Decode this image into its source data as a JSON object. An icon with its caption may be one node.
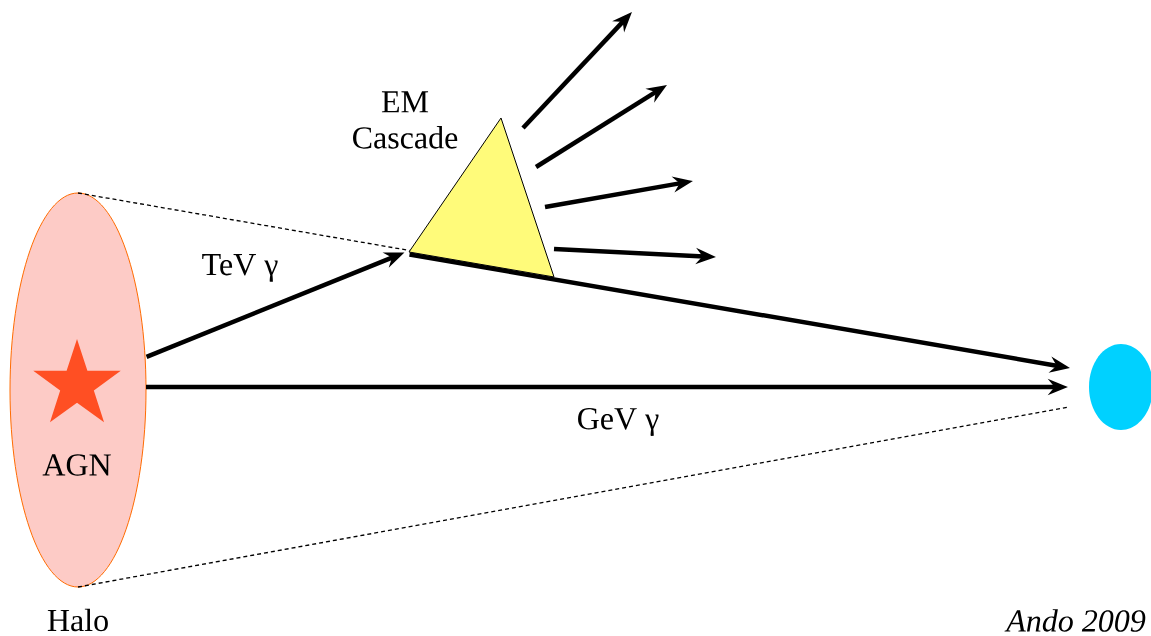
{
  "diagram": {
    "nodes": [
      {
        "text": [
          "Halo"
        ]
      },
      {
        "text": [
          "AGN"
        ],
        "in": 0
      },
      {
        "text": [
          "EM Cascade"
        ]
      },
      {
        "text": [],
        "shape": "circle"
      }
    ],
    "edges": [
      {
        "from": 1,
        "to": 2,
        "arrow": "to",
        "label": "TeV γ"
      },
      {
        "from": 1,
        "to": 3,
        "arrow": "to",
        "label": "GeV γ"
      },
      {
        "from": 2,
        "to": 3,
        "arrow": "to"
      },
      {
        "from": 2,
        "to": null,
        "arrow": "to"
      },
      {
        "from": 2,
        "to": null,
        "arrow": "to"
      },
      {
        "from": 2,
        "to": null,
        "arrow": "to"
      },
      {
        "from": 2,
        "to": null,
        "arrow": "to"
      },
      {
        "from": 0,
        "to": 2,
        "arrow": "none",
        "style": "dashed"
      },
      {
        "from": 0,
        "to": 3,
        "arrow": "none",
        "style": "dashed"
      }
    ],
    "labels": [
      "Ando 2009"
    ]
  }
}
